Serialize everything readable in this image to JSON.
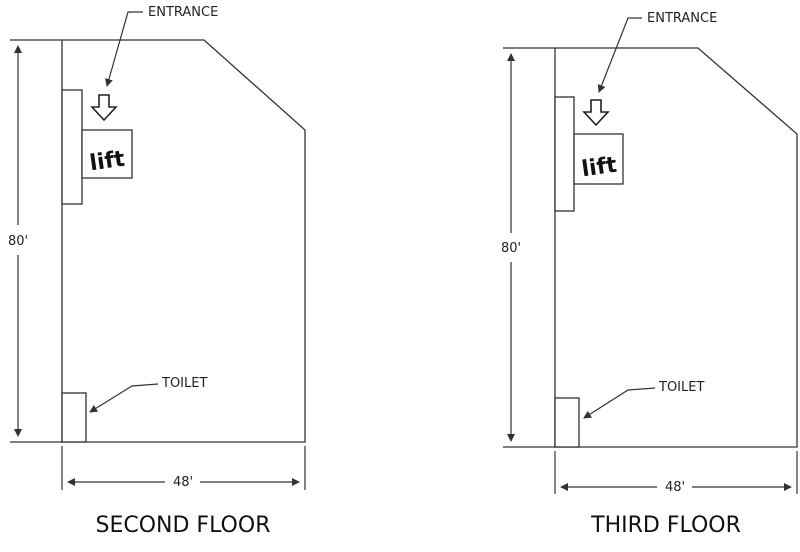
{
  "floors": [
    {
      "id": "second",
      "title": "SECOND FLOOR",
      "height_label": "80'",
      "width_label": "48'",
      "entrance_label": "ENTRANCE",
      "toilet_label": "TOILET",
      "lift_label": "lift"
    },
    {
      "id": "third",
      "title": "THIRD FLOOR",
      "height_label": "80'",
      "width_label": "48'",
      "entrance_label": "ENTRANCE",
      "toilet_label": "TOILET",
      "lift_label": "lift"
    }
  ],
  "icons": {
    "entrance_arrow": "down-arrow-icon",
    "lift": "lift-icon"
  },
  "colors": {
    "line": "#333333",
    "text": "#222222"
  }
}
